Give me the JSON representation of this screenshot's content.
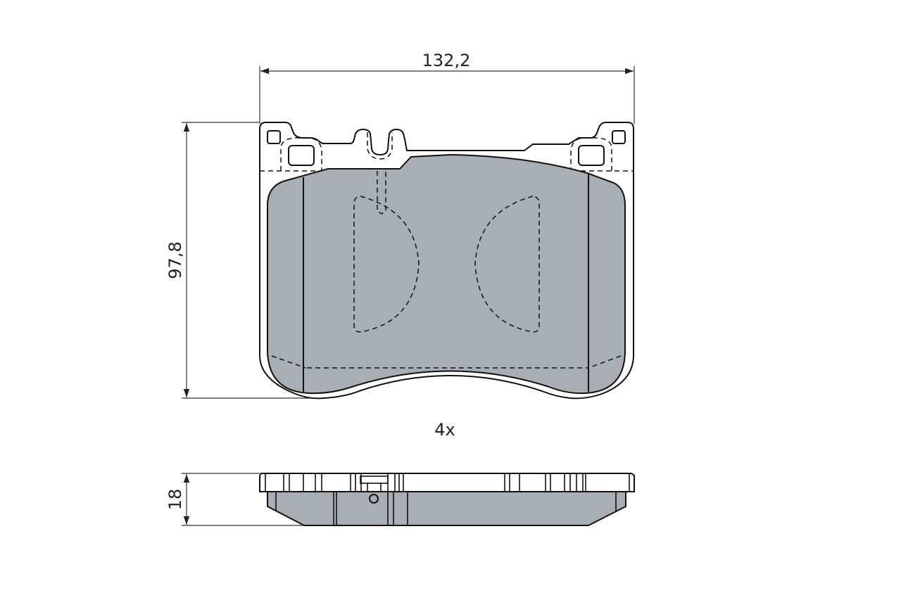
{
  "drawing": {
    "width_label": "132,2",
    "height_label": "97,8",
    "thickness_label": "18",
    "quantity_label": "4x"
  },
  "colors": {
    "friction_material": "#a9aeb4",
    "outline": "#111111",
    "background": "#ffffff"
  }
}
